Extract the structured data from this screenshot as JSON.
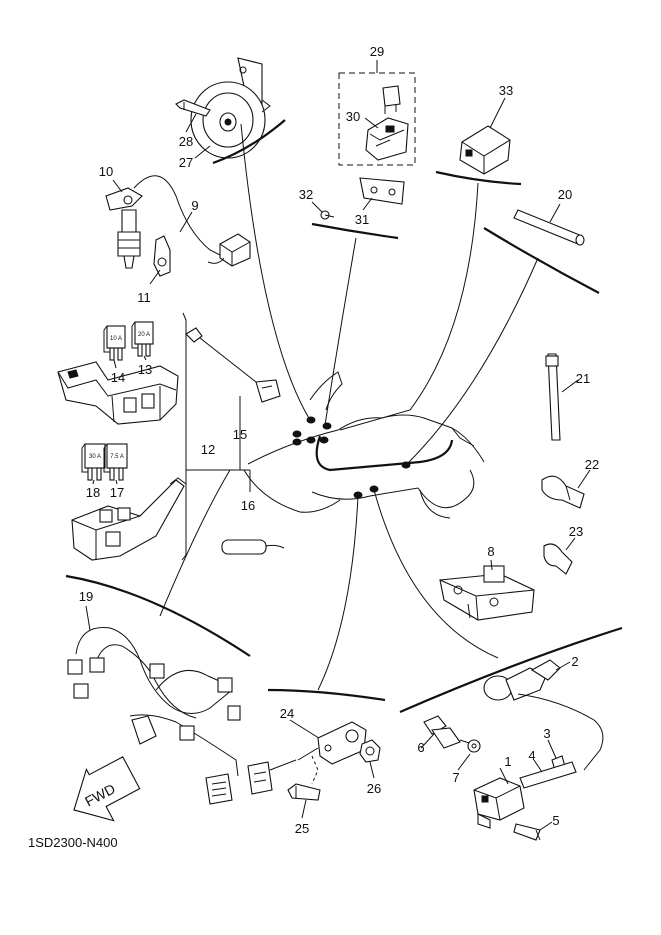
{
  "diagram": {
    "part_number": "1SD2300-N400",
    "direction_label": "FWD",
    "callouts": [
      "1",
      "2",
      "3",
      "4",
      "5",
      "6",
      "7",
      "8",
      "9",
      "10",
      "11",
      "12",
      "13",
      "14",
      "15",
      "16",
      "17",
      "18",
      "19",
      "20",
      "21",
      "22",
      "23",
      "24",
      "25",
      "26",
      "27",
      "28",
      "29",
      "30",
      "31",
      "32",
      "33"
    ],
    "fuse_ratings": {
      "f14": "10 A",
      "f13": "20 A",
      "f18": "30 A",
      "f17": "7.5 A"
    }
  }
}
